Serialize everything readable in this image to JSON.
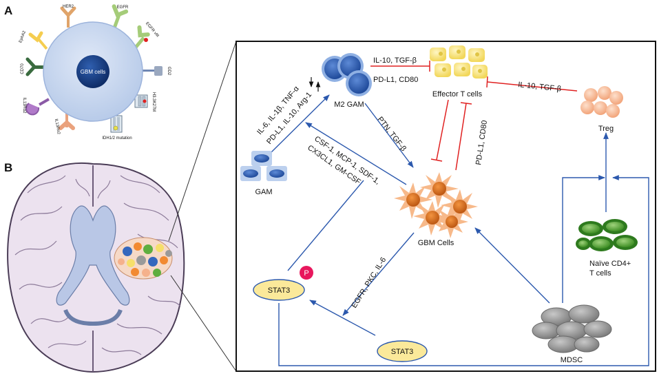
{
  "panels": {
    "a": "A",
    "b": "B"
  },
  "panel_a": {
    "cell_label": "GBM cells",
    "markers": [
      "HER2",
      "EGFR",
      "EGFR vIII",
      "EphA2",
      "CD70",
      "GD2",
      "H3.3K27M",
      "IL13Rα2",
      "IL13Rα2",
      "IDH1/2 mutation"
    ]
  },
  "panel_b": {
    "cells": {
      "m2_gam": "M2 GAM",
      "effector": "Effector T cells",
      "treg": "Treg",
      "gam": "GAM",
      "gbm": "GBM Cells",
      "naive_1": "Naïve CD4+",
      "naive_2": "T cells",
      "mdsc": "MDSC",
      "stat3_p": "STAT3",
      "stat3": "STAT3",
      "p_badge": "P"
    },
    "edges": {
      "m2_to_eff_top": "IL-10, TGF-β",
      "m2_to_eff_bottom": "PD-L1, CD80",
      "treg_to_eff": "IL-10, TGF-β",
      "gam_to_m2_line1": "IL-6, IL-1β, TNF-α",
      "gam_to_m2_line2": "PD-L1, IL-10, Arg-1",
      "m2_to_gbm": "PTN, TGF-β",
      "gbm_to_gam_line1": "CSF-1, MCP-1, SDF-1,",
      "gbm_to_gam_line2": "CX3CL1, GM-CSF",
      "gbm_to_eff": "PD-L1, CD80",
      "gbm_to_stat3": "EGFR, PKC, IL-6"
    }
  },
  "colors": {
    "blue_arrow": "#2b58ad",
    "red_inhibit": "#e02020",
    "cell_membrane": "#c5d6ef",
    "gbm_nucleus": "#173e82",
    "macrophage": "#3567bd",
    "effector_t": "#f6df6a",
    "treg": "#f5b18c",
    "naive": "#5fae3f",
    "mdsc": "#9a9a9a",
    "gbm_star": "#f28a32",
    "stat3_fill": "#fbe99a",
    "p_badge": "#e8175d",
    "brain": "#ece2ef"
  }
}
